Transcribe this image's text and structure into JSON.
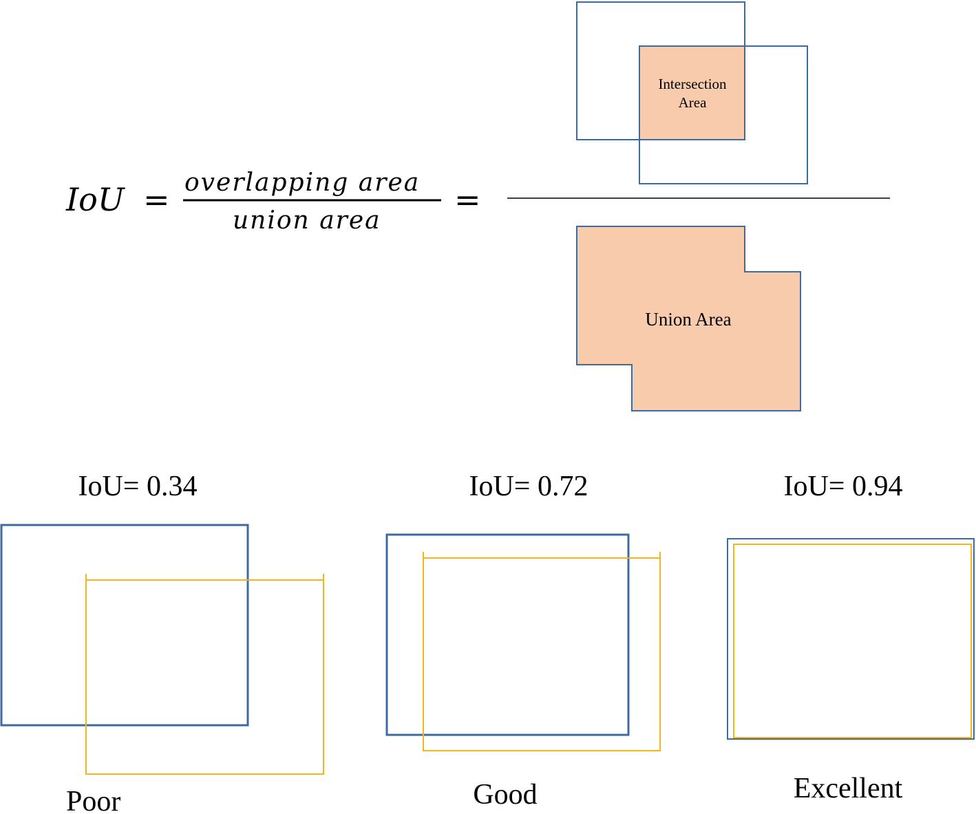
{
  "formula": {
    "lhs": "IoU",
    "equals": "=",
    "numerator": "overlapping area",
    "denominator": "union area",
    "equals2": "="
  },
  "intersection_label": [
    "Intersection",
    "Area"
  ],
  "union_label": "Union Area",
  "examples": [
    {
      "score_label": "IoU= 0.34",
      "quality": "Poor"
    },
    {
      "score_label": "IoU= 0.72",
      "quality": "Good"
    },
    {
      "score_label": "IoU= 0.94",
      "quality": "Excellent"
    }
  ],
  "colors": {
    "blue_box": "#3F6A9C",
    "yellow_box": "#F2B51E",
    "fill_area": "#F7CBAC",
    "text": "#000000"
  }
}
